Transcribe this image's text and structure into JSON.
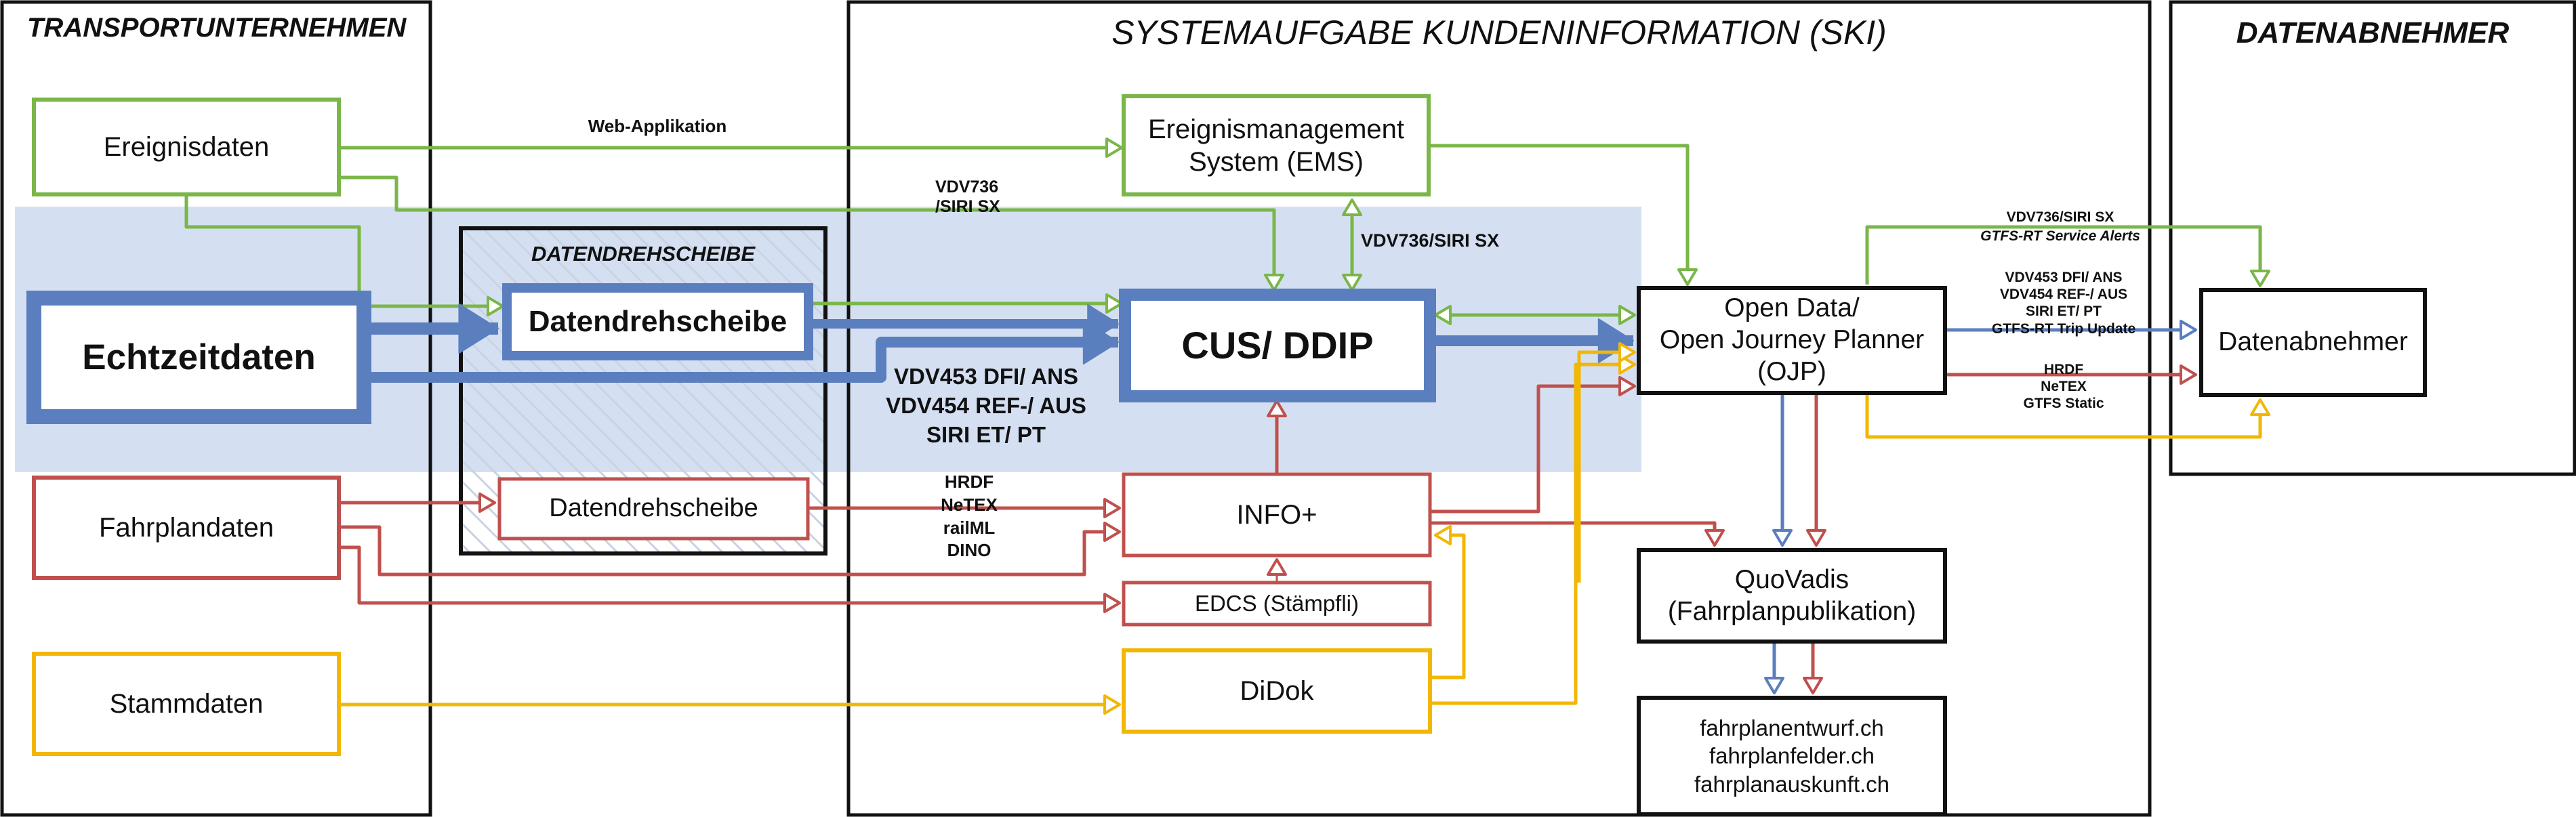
{
  "sections": {
    "transport": "TRANSPORTUNTERNEHMEN",
    "ski": "SYSTEMAUFGABE KUNDENINFORMATION (SKI)",
    "abnehmer": "DATENABNEHMER",
    "dds_group": "DATENDREHSCHEIBE"
  },
  "nodes": {
    "ereignisdaten": "Ereignisdaten",
    "echtzeitdaten": "Echtzeitdaten",
    "fahrplandaten": "Fahrplandaten",
    "stammdaten": "Stammdaten",
    "dds_bold": "Datendrehscheibe",
    "dds_red": "Datendrehscheibe",
    "ems": "Ereignismanagement\nSystem (EMS)",
    "cus": "CUS/ DDIP",
    "info": "INFO+",
    "edcs": "EDCS (Stämpfli)",
    "didok": "DiDok",
    "ojp": "Open Data/\nOpen Journey Planner\n(OJP)",
    "quovadis": "QuoVadis\n(Fahrplanpublikation)",
    "websites": "fahrplanentwurf.ch\nfahrplanfelder.ch\nfahrplanauskunft.ch",
    "datenabnehmer": "Datenabnehmer"
  },
  "labels": {
    "web_app": "Web-Applikation",
    "vdv736_a": "VDV736\n/SIRI SX",
    "vdv736_b": "VDV736/SIRI SX",
    "vdv_big": "VDV453 DFI/ ANS\nVDV454 REF-/ AUS\nSIRI ET/ PT",
    "hrdf": "HRDF\nNeTEX\nrailML\nDINO",
    "right_vdv736": "VDV736/SIRI SX",
    "right_gtfs_alerts": "GTFS-RT Service Alerts",
    "right_vdv453": "VDV453 DFI/ ANS\nVDV454 REF-/ AUS\nSIRI ET/ PT\nGTFS-RT Trip Update",
    "right_static": "HRDF\nNeTEX\nGTFS Static"
  },
  "colors": {
    "green": "#7ab648",
    "blue": "#5b7fbe",
    "red": "#c0504d",
    "yellow": "#f2b705",
    "band": "#d4e0f2",
    "black": "#111111"
  }
}
